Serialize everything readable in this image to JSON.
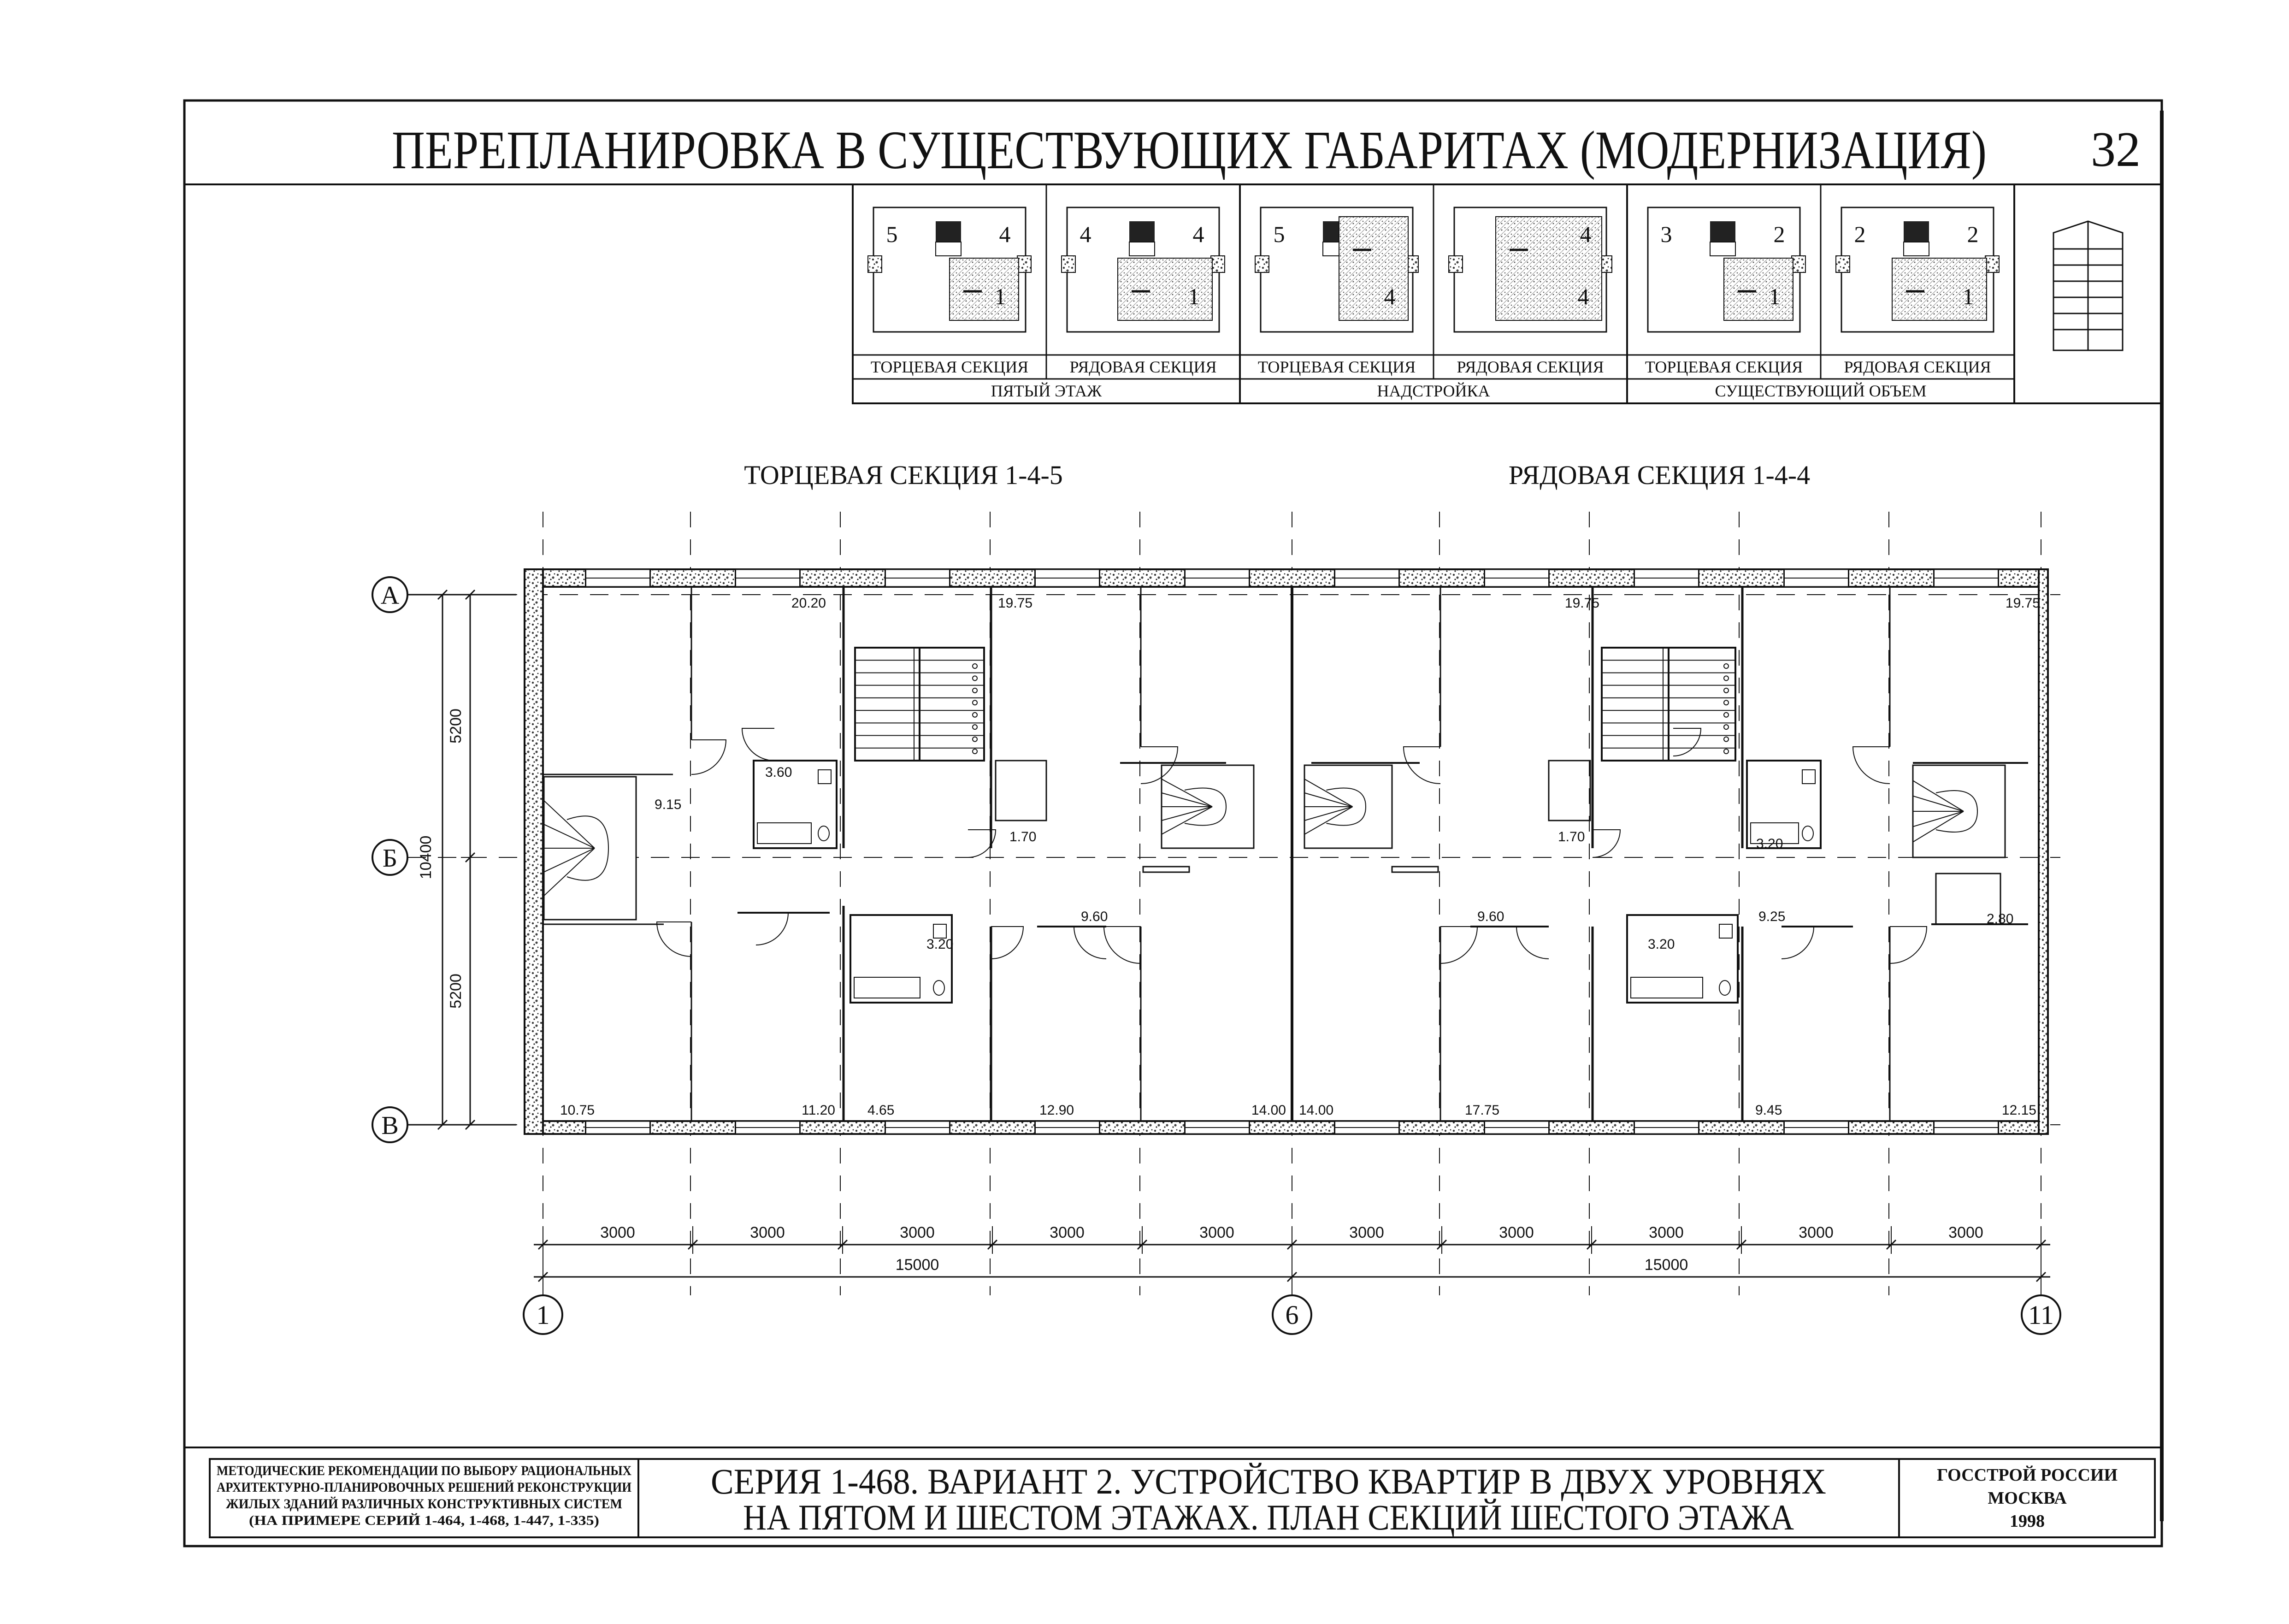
{
  "header": {
    "title": "ПЕРЕПЛАНИРОВКА В СУЩЕСТВУЮЩИХ ГАБАРИТАХ (МОДЕРНИЗАЦИЯ)",
    "page_number": "32"
  },
  "schemes": {
    "thumbs": [
      {
        "left": "5",
        "right": "4",
        "bottom": "1"
      },
      {
        "left": "4",
        "right": "4",
        "bottom": "1"
      },
      {
        "left": "5",
        "right": "",
        "bottom": "4"
      },
      {
        "left": "",
        "right": "4",
        "bottom": "4"
      },
      {
        "left": "3",
        "right": "2",
        "bottom": "1"
      },
      {
        "left": "2",
        "right": "2",
        "bottom": "1"
      }
    ],
    "section_labels": [
      "ТОРЦЕВАЯ СЕКЦИЯ",
      "РЯДОВАЯ СЕКЦИЯ",
      "ТОРЦЕВАЯ СЕКЦИЯ",
      "РЯДОВАЯ СЕКЦИЯ",
      "ТОРЦЕВАЯ СЕКЦИЯ",
      "РЯДОВАЯ СЕКЦИЯ"
    ],
    "group_labels": [
      "ПЯТЫЙ ЭТАЖ",
      "НАДСТРОЙКА",
      "СУЩЕСТВУЮЩИЙ ОБЪЕМ"
    ]
  },
  "plan": {
    "section_titles": [
      "ТОРЦЕВАЯ СЕКЦИЯ 1-4-5",
      "РЯДОВАЯ СЕКЦИЯ 1-4-4"
    ],
    "row_axes": [
      "А",
      "Б",
      "В"
    ],
    "col_axes": [
      "1",
      "6",
      "11"
    ],
    "vertical_dims": {
      "total": "10400",
      "upper": "5200",
      "lower": "5200"
    },
    "module_dims": [
      "3000",
      "3000",
      "3000",
      "3000",
      "3000",
      "3000",
      "3000",
      "3000",
      "3000",
      "3000"
    ],
    "section_dims": [
      "15000",
      "15000"
    ],
    "areas_top": [
      "20.20",
      "19.75",
      "19.75",
      "19.75"
    ],
    "areas_mid": [
      "9.15",
      "3.60",
      "1.70",
      "1.70",
      "3.20"
    ],
    "areas_low": [
      "3.20",
      "9.60",
      "9.60",
      "3.20",
      "9.25",
      "2.80"
    ],
    "areas_bottom": [
      "10.75",
      "11.20",
      "4.65",
      "12.90",
      "14.00",
      "14.00",
      "17.75",
      "9.45",
      "12.15"
    ]
  },
  "footer": {
    "left_lines": [
      "МЕТОДИЧЕСКИЕ РЕКОМЕНДАЦИИ ПО ВЫБОРУ РАЦИОНАЛЬНЫХ",
      "АРХИТЕКТУРНО-ПЛАНИРОВОЧНЫХ РЕШЕНИЙ РЕКОНСТРУКЦИИ",
      "ЖИЛЫХ ЗДАНИЙ РАЗЛИЧНЫХ КОНСТРУКТИВНЫХ СИСТЕМ",
      "(НА ПРИМЕРЕ СЕРИЙ 1-464, 1-468, 1-447, 1-335)"
    ],
    "center_lines": [
      "СЕРИЯ 1-468. ВАРИАНТ 2. УСТРОЙСТВО КВАРТИР В ДВУХ УРОВНЯХ",
      "НА ПЯТОМ И ШЕСТОМ ЭТАЖАХ. ПЛАН СЕКЦИЙ ШЕСТОГО ЭТАЖА"
    ],
    "right_lines": [
      "ГОССТРОЙ РОССИИ",
      "МОСКВА",
      "1998"
    ]
  }
}
